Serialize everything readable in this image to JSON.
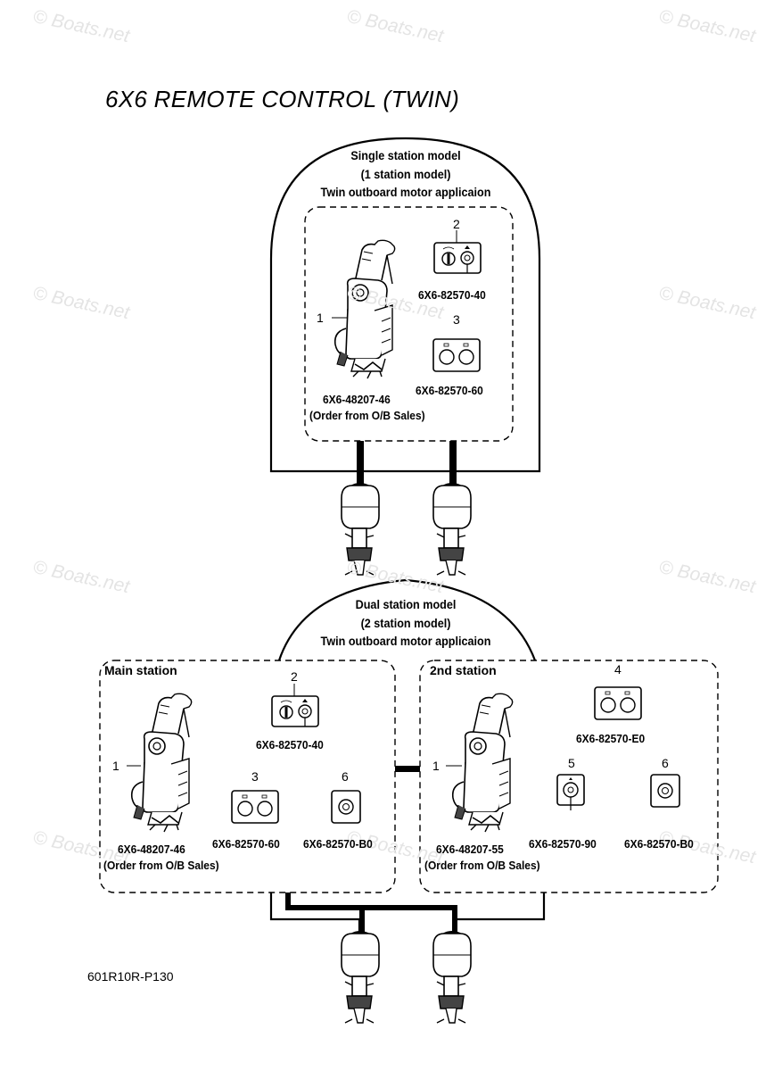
{
  "title": "6X6 REMOTE CONTROL (TWIN)",
  "diagram_code": "601R10R-P130",
  "watermark": "© Boats.net",
  "single": {
    "header": [
      "Single station model",
      "(1 station model)",
      "Twin outboard motor applicaion"
    ],
    "items": [
      {
        "num": "1",
        "part": "6X6-48207-46",
        "note": "(Order from O/B Sales)"
      },
      {
        "num": "2",
        "part": "6X6-82570-40"
      },
      {
        "num": "3",
        "part": "6X6-82570-60"
      }
    ]
  },
  "dual": {
    "header": [
      "Dual station model",
      "(2 station model)",
      "Twin outboard motor applicaion"
    ],
    "main": {
      "label": "Main station",
      "items": [
        {
          "num": "1",
          "part": "6X6-48207-46",
          "note": "(Order from O/B Sales)"
        },
        {
          "num": "2",
          "part": "6X6-82570-40"
        },
        {
          "num": "3",
          "part": "6X6-82570-60"
        },
        {
          "num": "6",
          "part": "6X6-82570-B0"
        }
      ]
    },
    "second": {
      "label": "2nd station",
      "items": [
        {
          "num": "1",
          "part": "6X6-48207-55",
          "note": "(Order from O/B Sales)"
        },
        {
          "num": "4",
          "part": "6X6-82570-E0"
        },
        {
          "num": "5",
          "part": "6X6-82570-90"
        },
        {
          "num": "6",
          "part": "6X6-82570-B0"
        }
      ]
    }
  }
}
